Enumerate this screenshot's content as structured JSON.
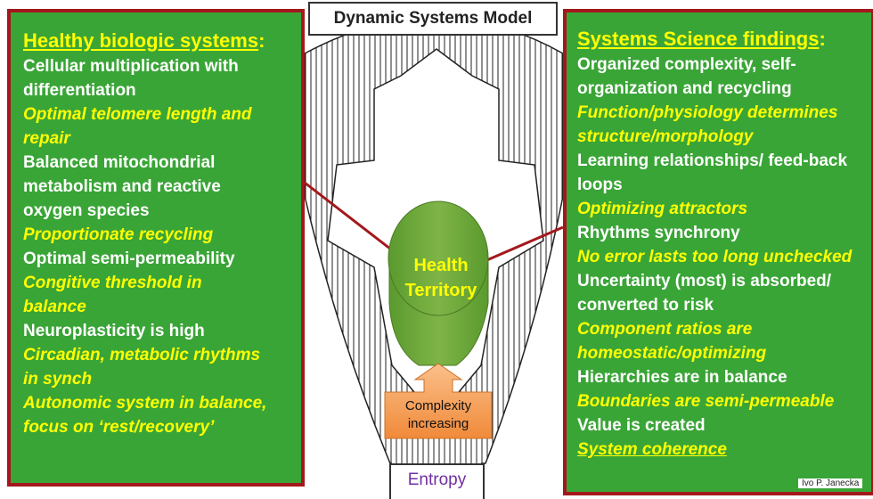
{
  "model_title": "Dynamic Systems Model",
  "left_panel": {
    "title": "Healthy biologic systems",
    "title_colon": ":",
    "items": [
      {
        "text": "Cellular multiplication with differentiation",
        "lines": [
          "Cellular multiplication with",
          "differentiation"
        ],
        "style": "plain"
      },
      {
        "text": "Optimal telomere length and repair",
        "lines": [
          "Optimal telomere length and",
          "repair"
        ],
        "style": "italic"
      },
      {
        "text": "Balanced mitochondrial metabolism and reactive oxygen species",
        "lines": [
          "Balanced mitochondrial",
          "metabolism and reactive",
          "oxygen species"
        ],
        "style": "plain"
      },
      {
        "text": "Proportionate recycling",
        "lines": [
          "Proportionate recycling"
        ],
        "style": "italic"
      },
      {
        "text": "Optimal semi-permeability",
        "lines": [
          "Optimal semi-permeability"
        ],
        "style": "plain"
      },
      {
        "text": "Congitive threshold in balance",
        "lines": [
          "Congitive threshold in",
          "balance"
        ],
        "style": "italic"
      },
      {
        "text": "Neuroplasticity is high",
        "lines": [
          "Neuroplasticity is high"
        ],
        "style": "plain"
      },
      {
        "text": "Circadian, metabolic rhythms in synch",
        "lines": [
          "Circadian, metabolic rhythms",
          "in synch"
        ],
        "style": "italic"
      },
      {
        "text": "Autonomic system in balance, focus on ‘rest/recovery’",
        "lines": [
          "Autonomic system in balance,",
          "focus on  ‘rest/recovery’"
        ],
        "style": "italic"
      }
    ]
  },
  "right_panel": {
    "title": "Systems Science  findings",
    "title_colon": ":",
    "items": [
      {
        "text": "Organized complexity, self-organization and recycling",
        "lines": [
          "Organized complexity, self-",
          "organization and recycling"
        ],
        "style": "plain"
      },
      {
        "text": "Function/physiology determines structure/morphology",
        "lines": [
          "Function/physiology determines",
          "structure/morphology"
        ],
        "style": "italic"
      },
      {
        "text": "Learning relationships/ feed-back loops",
        "lines": [
          "Learning relationships/ feed-back",
          "loops"
        ],
        "style": "plain"
      },
      {
        "text": "Optimizing attractors",
        "lines": [
          "Optimizing attractors"
        ],
        "style": "italic"
      },
      {
        "text": "Rhythms synchrony",
        "lines": [
          "Rhythms synchrony"
        ],
        "style": "plain"
      },
      {
        "text": "No error lasts too long unchecked",
        "lines": [
          "No error lasts too long unchecked"
        ],
        "style": "italic"
      },
      {
        "text": "Uncertainty (most) is absorbed/ converted to risk",
        "lines": [
          "Uncertainty (most) is absorbed/",
          "converted to risk"
        ],
        "style": "plain"
      },
      {
        "text": "Component ratios are homeostatic/optimizing",
        "lines": [
          "Component ratios are",
          "homeostatic/optimizing"
        ],
        "style": "italic"
      },
      {
        "text": "Hierarchies are in balance",
        "lines": [
          "Hierarchies are in balance"
        ],
        "style": "plain"
      },
      {
        "text": "Boundaries are semi-permeable",
        "lines": [
          "Boundaries are semi-permeable"
        ],
        "style": "italic"
      },
      {
        "text": "Value is created",
        "lines": [
          "Value is created"
        ],
        "style": "plain"
      },
      {
        "text": "System coherence",
        "lines": [
          "System coherence"
        ],
        "style": "italic-underline"
      }
    ]
  },
  "center": {
    "health_label": [
      "Health",
      "Territory"
    ],
    "complexity_label": [
      "Complexity",
      "increasing"
    ],
    "entropy_label": "Entropy"
  },
  "credit": "Ivo P. Janecka",
  "colors": {
    "panel_green": "#3aa537",
    "panel_border": "#a3181c",
    "highlight_yellow": "#ffff00",
    "ellipse_green": "#6aa23a",
    "arrow_orange": "#f5a15a",
    "entropy_purple": "#7030a0",
    "connector_red": "#a3181c"
  }
}
